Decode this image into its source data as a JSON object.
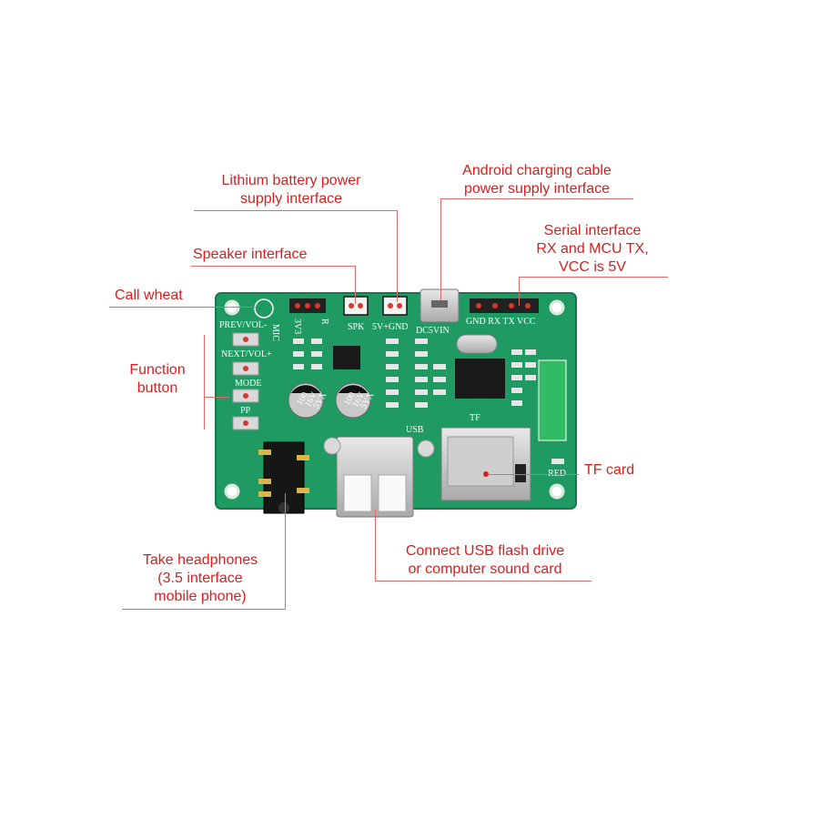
{
  "labels": {
    "battery": [
      "Lithium battery power",
      "supply interface"
    ],
    "android": [
      "Android charging cable",
      "power supply interface"
    ],
    "speaker": "Speaker interface",
    "serial": [
      "Serial interface",
      "RX and MCU TX,",
      "VCC is 5V"
    ],
    "call": "Call wheat",
    "function": [
      "Function",
      "button"
    ],
    "tf": "TF card",
    "headphones": [
      "Take headphones",
      "(3.5 interface",
      "mobile phone)"
    ],
    "usb": [
      "Connect  USB flash drive",
      "or computer sound card"
    ]
  },
  "silkscreen": {
    "buttons": [
      "PREV/VOL-",
      "NEXT/VOL+",
      "MODE",
      "PP"
    ],
    "mic": "MIC",
    "io": "3V3",
    "r": "R",
    "spk": "SPK",
    "power": "5V+GND",
    "dcvin": "DC5VIN",
    "serial": "GND RX TX VCC",
    "usb": "USB",
    "tf": "TF",
    "red": "RED",
    "cap1": [
      "100",
      "16V",
      "5YX"
    ],
    "cap2": [
      "100",
      "16V",
      "5YX"
    ]
  },
  "colors": {
    "label": "#d81e1e",
    "board": "#1f9a63",
    "leader": "#e06a6a"
  }
}
